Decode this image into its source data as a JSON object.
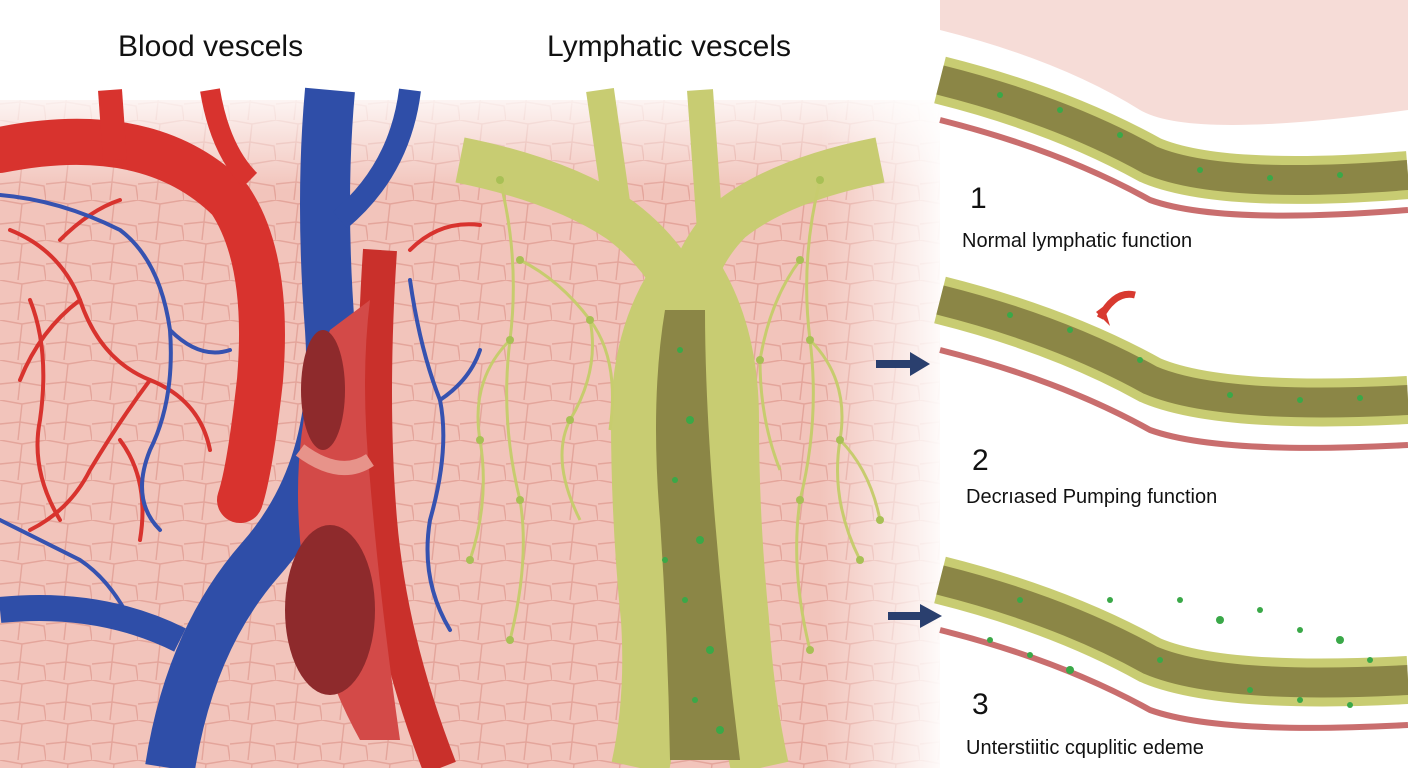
{
  "headings": {
    "blood": "Blood vescels",
    "lymph": "Lymphatic vescels"
  },
  "stages": [
    {
      "number": "1",
      "caption": "Normal lymphatic function"
    },
    {
      "number": "2",
      "caption": "Decrıased Pumping function"
    },
    {
      "number": "3",
      "caption": "Unterstiitic cquplitic edeme"
    }
  ],
  "colors": {
    "artery": "#d8332e",
    "vein": "#2f4ea8",
    "lymph": "#c8cc72",
    "tissue": "#f1c2b9",
    "fluid": "#3aa848",
    "arrow": "#2a3f6e"
  }
}
